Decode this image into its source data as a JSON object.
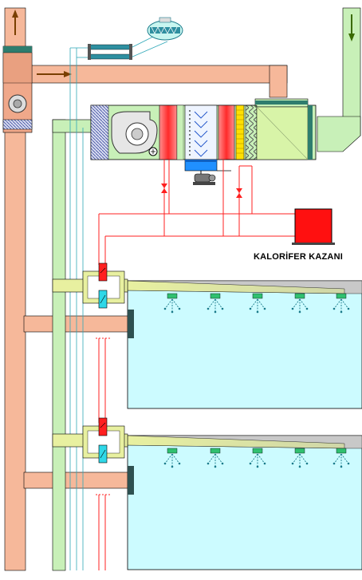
{
  "diagram": {
    "boiler_label": "KALORİFER KAZANI",
    "floor_count": 2,
    "nozzles_per_floor": 5
  },
  "colors": {
    "exhaust_duct": "#f6b89a",
    "fresh_air_duct": "#c8f0b8",
    "room_fill": "#ccfbff",
    "hot_water": "#ff2020",
    "cold_water": "#2fa8b8",
    "boiler": "#ff1010",
    "ahu_body": "#c8f0b8",
    "supply_duct": "#e8f0a0"
  }
}
